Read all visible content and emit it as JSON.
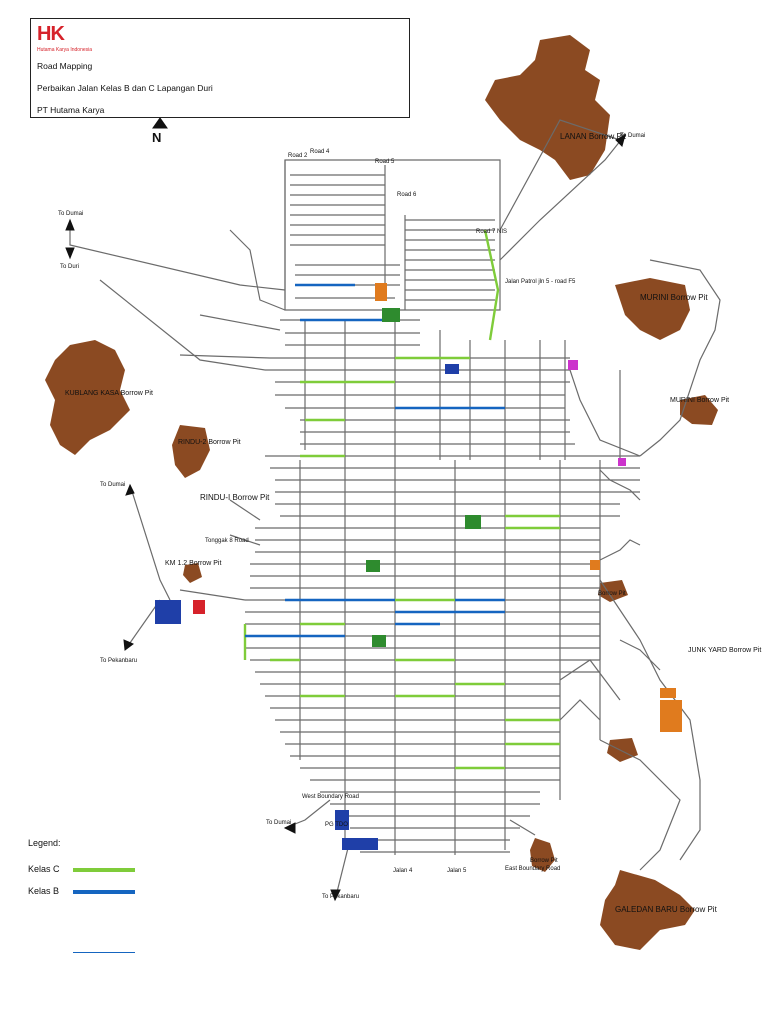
{
  "title_block": {
    "logo": "HK",
    "logo_sub": "Hutama Karya Indonesia",
    "line1": "Road Mapping",
    "line2": "Perbaikan Jalan Kelas B dan C Lapangan Duri",
    "line3": "PT Hutama Karya"
  },
  "north": "N",
  "colors": {
    "kelas_c": "#7fcc3a",
    "kelas_b": "#1565c0",
    "road": "#555555",
    "pit": "#8b4a22",
    "building": "#e07b1e"
  },
  "borrow_pits": [
    "LANAN Borrow Pit",
    "MURINI Borrow Pit",
    "RINDU-2 Borrow Pit",
    "KUBLANG KASA Borrow Pit",
    "RINDU-I Borrow Pit",
    "KM 1.2 Borrow Pit",
    "MURINI Borrow Pit",
    "GALEDAN BARU Borrow Pit"
  ],
  "places": {
    "to_dumai_top": "To Dumai",
    "to_dumai_left": "To Dumai",
    "to_duri": "To Duri",
    "to_dumai_mid": "To Dumai",
    "to_pekanbaru_left": "To Pekanbaru",
    "to_dumai_bottom": "To Dumai",
    "to_pekanbaru_bottom": "To Pekanbaru",
    "jalan_patrol": "Jalan Patrol jln 5 - road F5",
    "west_boundary": "West Boundary Road",
    "east_boundary": "East Boundary Road",
    "jalan4": "Jalan 4",
    "jalan5": "Jalan 5",
    "pg_tdo": "PG TDO",
    "junk_yard": "JUNK YARD Borrow Pit",
    "borrow_pit_right": "Borrow Pit",
    "borrow_pit_bottom": "Borrow Pit",
    "tonggak": "Tonggak 8 Road",
    "road2": "Road 2",
    "road4": "Road 4",
    "road5": "Road 5",
    "road6": "Road 6",
    "road7": "Road 7 NIS"
  },
  "legend": {
    "title": "Legend:",
    "kelas_c": "Kelas C",
    "kelas_b": "Kelas B"
  }
}
